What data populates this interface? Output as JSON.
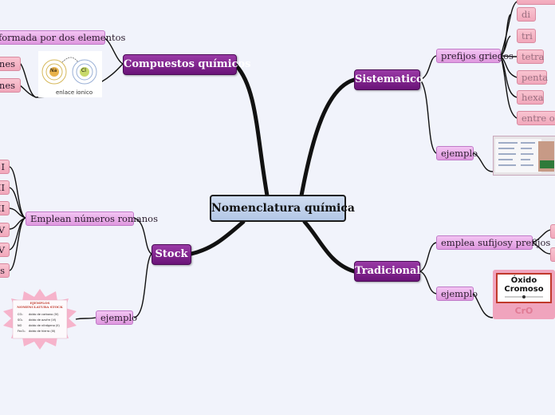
{
  "center": {
    "label": "Nomenclatura química"
  },
  "compuestos": {
    "label": "Compuestos químicos",
    "desc": "formada por dos elementos",
    "leaves": [
      "ones",
      "ones"
    ],
    "image_caption": "enlace ionico",
    "atom_left": "Na",
    "atom_right": "Cl"
  },
  "sistematico": {
    "label": "Sistematico",
    "prefijos_label": "prefijos griegos",
    "prefijos": [
      "di",
      "tri",
      "tetra",
      "penta",
      "hexa",
      "entre otros"
    ],
    "ejemplo_label": "ejemplo"
  },
  "stock": {
    "label": "Stock",
    "romanos_label": "Emplean números romanos",
    "romanos": [
      "I",
      "II",
      "III",
      "V",
      "V",
      "os"
    ],
    "ejemplo_label": "ejemplo",
    "card_title": "EJEMPLOS NOMENCLATURA STOCK",
    "card_rows": [
      [
        "CO₂",
        "óxido de carbono (IV)"
      ],
      [
        "SO₃",
        "óxido de azufre (VI)"
      ],
      [
        "NO",
        "óxido de nitrógeno (II)"
      ],
      [
        "Fe₂O₃",
        "óxido de hierro (III)"
      ]
    ]
  },
  "tradicional": {
    "label": "Tradicional",
    "sufijos_label": "emplea sufijosy prefijos",
    "ejemplo_label": "ejemplo",
    "oxido_word": "Óxido",
    "oxido_name": "Cromoso",
    "formula": "CrO"
  },
  "colors": {
    "main_node": "#7a1c8a",
    "sub_node": "#e6a8e6",
    "leaf_node": "#f4b6c6",
    "connector": "#111111",
    "center_fill": "#bfd0ea"
  }
}
